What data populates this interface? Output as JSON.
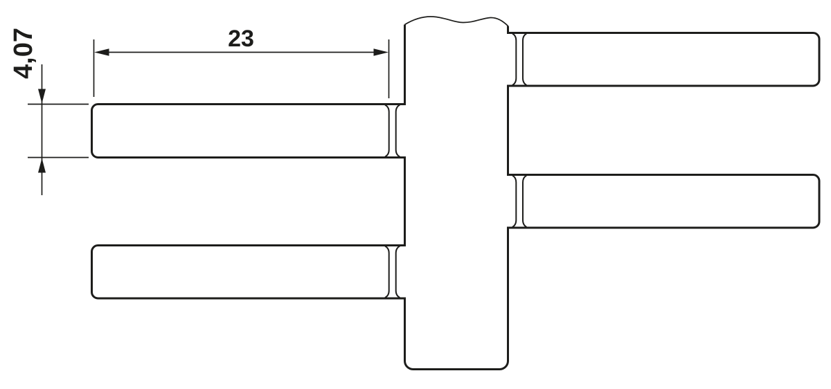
{
  "drawing": {
    "description": "Technical dimension drawing of a connector body with two staggered rows of solder pins",
    "colors": {
      "line": "#1d1d1b",
      "background": "#ffffff"
    },
    "dimensions": {
      "width": {
        "label": "23"
      },
      "height": {
        "label": "4,07"
      }
    }
  }
}
